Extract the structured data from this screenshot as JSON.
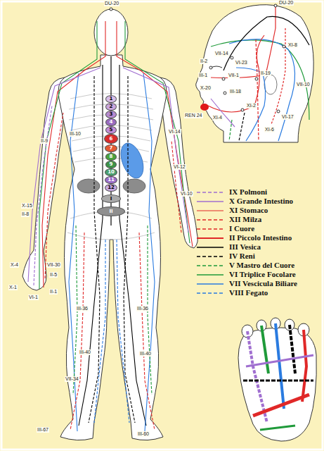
{
  "diagram": {
    "nodes": [
      {
        "text": [
          "1"
        ]
      },
      {
        "text": [
          "2"
        ]
      },
      {
        "text": [
          "3"
        ]
      },
      {
        "text": [
          "4"
        ]
      },
      {
        "text": [
          "5"
        ]
      },
      {
        "text": [
          "6"
        ]
      },
      {
        "text": [
          "7"
        ]
      },
      {
        "text": [
          "8"
        ]
      },
      {
        "text": [
          "9"
        ]
      },
      {
        "text": [
          "10"
        ]
      },
      {
        "text": [
          "11"
        ]
      },
      {
        "text": [
          "12"
        ]
      },
      {
        "text": [
          "I"
        ]
      },
      {
        "text": [
          "II"
        ]
      }
    ],
    "labels": [
      "DU-20",
      "DU-20",
      "XI-8",
      "VII-14",
      "II-2",
      "VI-23",
      "III-1",
      "VII-1",
      "X-20",
      "III-18",
      "II-19",
      "XI-4",
      "XI-2",
      "VII-10",
      "VI-17",
      "XI-6",
      "REN 24",
      "III-10",
      "VI-14",
      "II-9",
      "VI-12",
      "VI-10",
      "X-15",
      "II-8",
      "X-4",
      "VII-30",
      "II-5",
      "X-1",
      "VI-1",
      "II-1",
      "III-36",
      "III-36",
      "III-40",
      "III-40",
      "VII-34",
      "III-67",
      "III-60"
    ],
    "legend": [
      {
        "text": "IX Polmoni"
      },
      {
        "text": "X Grande Intestino"
      },
      {
        "text": "XI Stomaco"
      },
      {
        "text": "XII Milza"
      },
      {
        "text": "I Cuore"
      },
      {
        "text": "II Piccolo Intestino"
      },
      {
        "text": "III Vesica"
      },
      {
        "text": "IV Reni"
      },
      {
        "text": "V Mastro del Cuore"
      },
      {
        "text": "VI Triplice Focolare"
      },
      {
        "text": "VII Vescicula Biliare"
      },
      {
        "text": "VIII Fegato"
      }
    ]
  }
}
